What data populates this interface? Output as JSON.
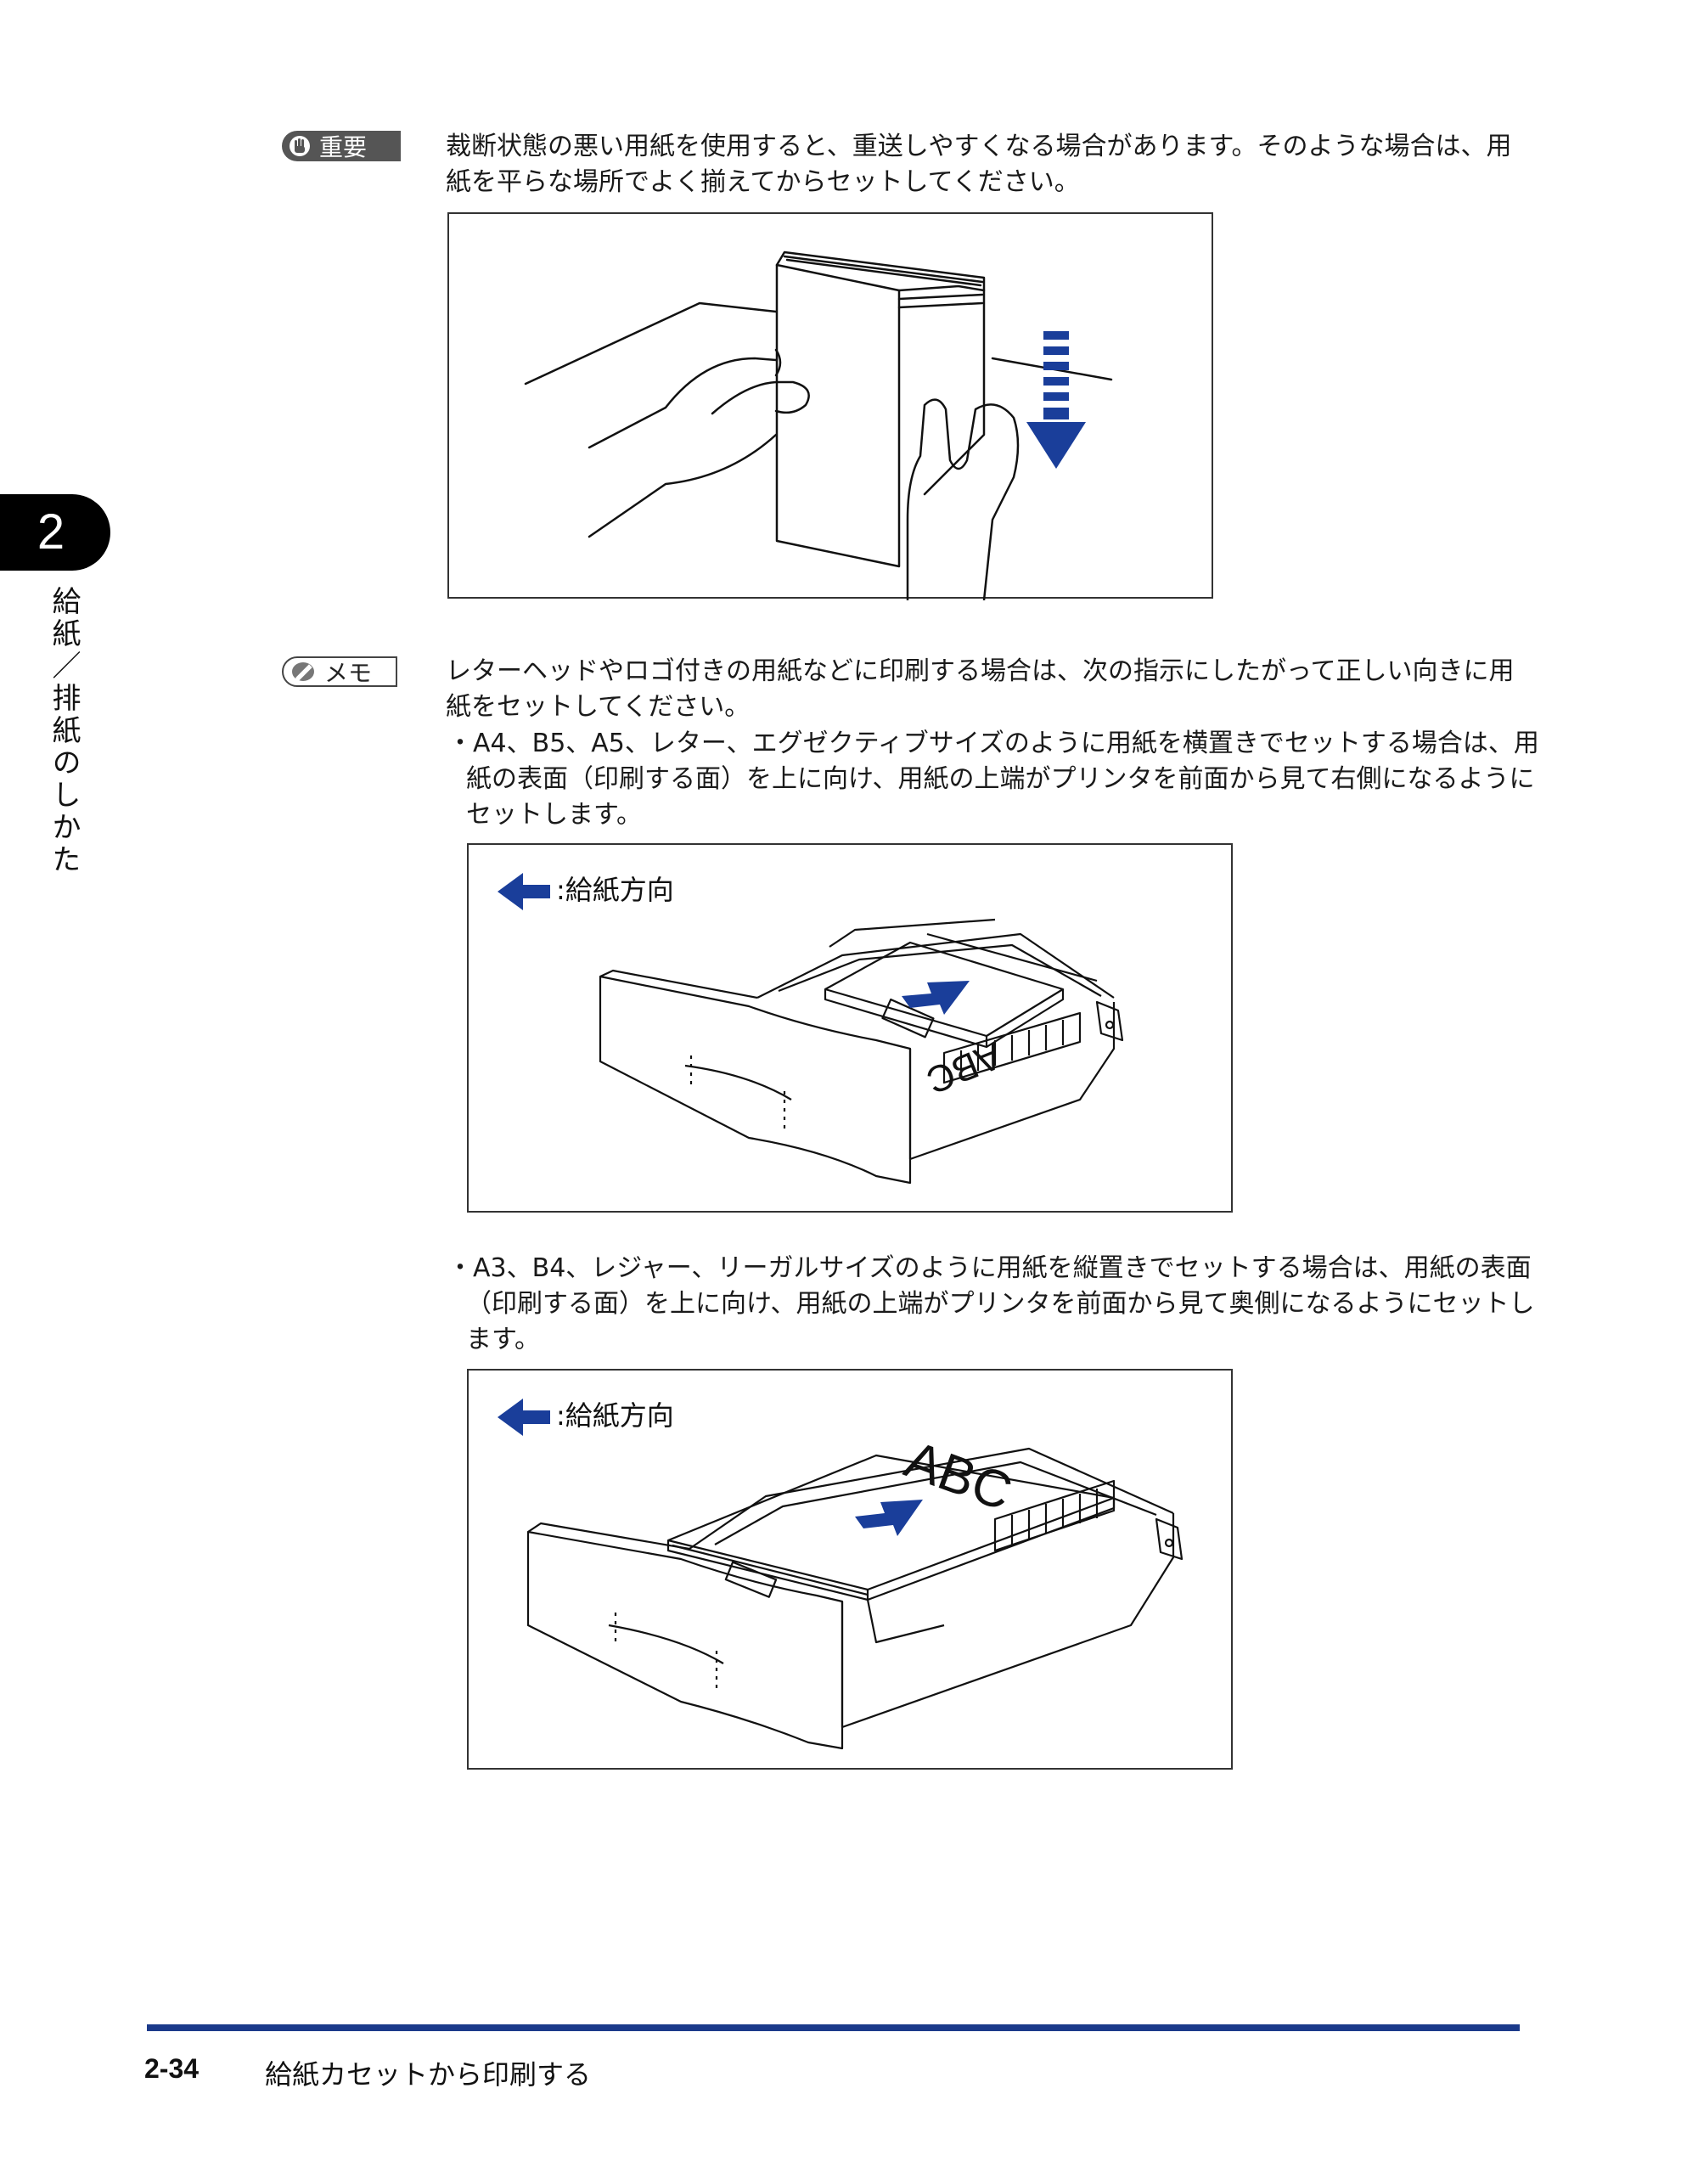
{
  "chapter": {
    "number": "2",
    "title": "給紙／排紙のしかた"
  },
  "important": {
    "badge_label": "重要",
    "text": "裁断状態の悪い用紙を使用すると、重送しやすくなる場合があります。そのような場合は、用紙を平らな場所でよく揃えてからセットしてください。"
  },
  "memo": {
    "badge_label": "メモ",
    "text": "レターヘッドやロゴ付きの用紙などに印刷する場合は、次の指示にしたがって正しい向きに用紙をセットしてください。",
    "bullets": [
      "・A4、B5、A5、レター、エグゼクティブサイズのように用紙を横置きでセットする場合は、用紙の表面（印刷する面）を上に向け、用紙の上端がプリンタを前面から見て右側になるようにセットします。",
      "・A3、B4、レジャー、リーガルサイズのように用紙を縦置きでセットする場合は、用紙の表面（印刷する面）を上に向け、用紙の上端がプリンタを前面から見て奥側になるようにセットします。"
    ]
  },
  "figures": {
    "feed_direction_label": ":給紙方向",
    "paper_text": "ABC"
  },
  "footer": {
    "page": "2-34",
    "section": "給紙カセットから印刷する"
  },
  "colors": {
    "accent": "#1b3a8a",
    "arrow": "#1a3e9a"
  }
}
